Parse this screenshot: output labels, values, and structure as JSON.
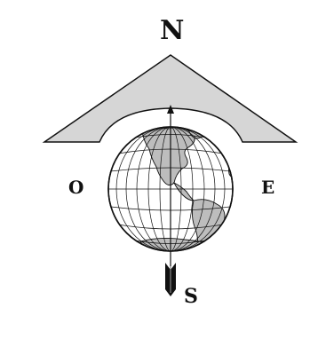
{
  "compass": {
    "north": "N",
    "south": "S",
    "east": "E",
    "west": "O"
  },
  "colors": {
    "ink": "#111111",
    "roof_fill": "#d6d6d6",
    "land_fill": "#bdbdbd",
    "background": "#ffffff"
  },
  "icons": {
    "globe": "globe-icon",
    "arrow": "north-arrow-icon"
  }
}
